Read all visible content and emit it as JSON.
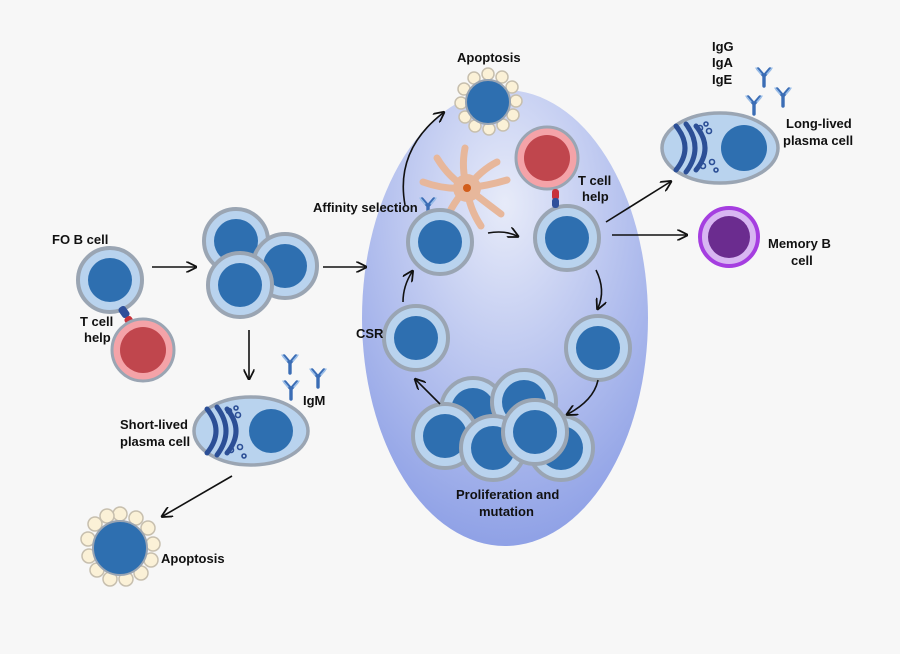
{
  "labels": {
    "fo_b_cell": "FO B cell",
    "t_cell_help_left_1": "T cell",
    "t_cell_help_left_2": "help",
    "short_lived_1": "Short-lived",
    "short_lived_2": "plasma cell",
    "igm": "IgM",
    "apoptosis_bottom": "Apoptosis",
    "apoptosis_top": "Apoptosis",
    "affinity_selection": "Affinity selection",
    "csr": "CSR",
    "t_cell_help_right_1": "T cell",
    "t_cell_help_right_2": "help",
    "proliferation_1": "Proliferation and",
    "proliferation_2": "mutation",
    "igg": "IgG",
    "iga": "IgA",
    "ige": "IgE",
    "long_lived_1": "Long-lived",
    "long_lived_2": "plasma cell",
    "memory_b_1": "Memory B",
    "memory_b_2": "cell"
  },
  "colors": {
    "b_cell_nucleus": "#2e6fb0",
    "b_cell_membrane": "#b9d3ee",
    "t_cell": "#c0464d",
    "t_cell_ring": "#f4a3a8",
    "memory_cell": "#6b2c8f",
    "germinal_center": "#c9d4f4",
    "antibody": "#3b6db5"
  }
}
